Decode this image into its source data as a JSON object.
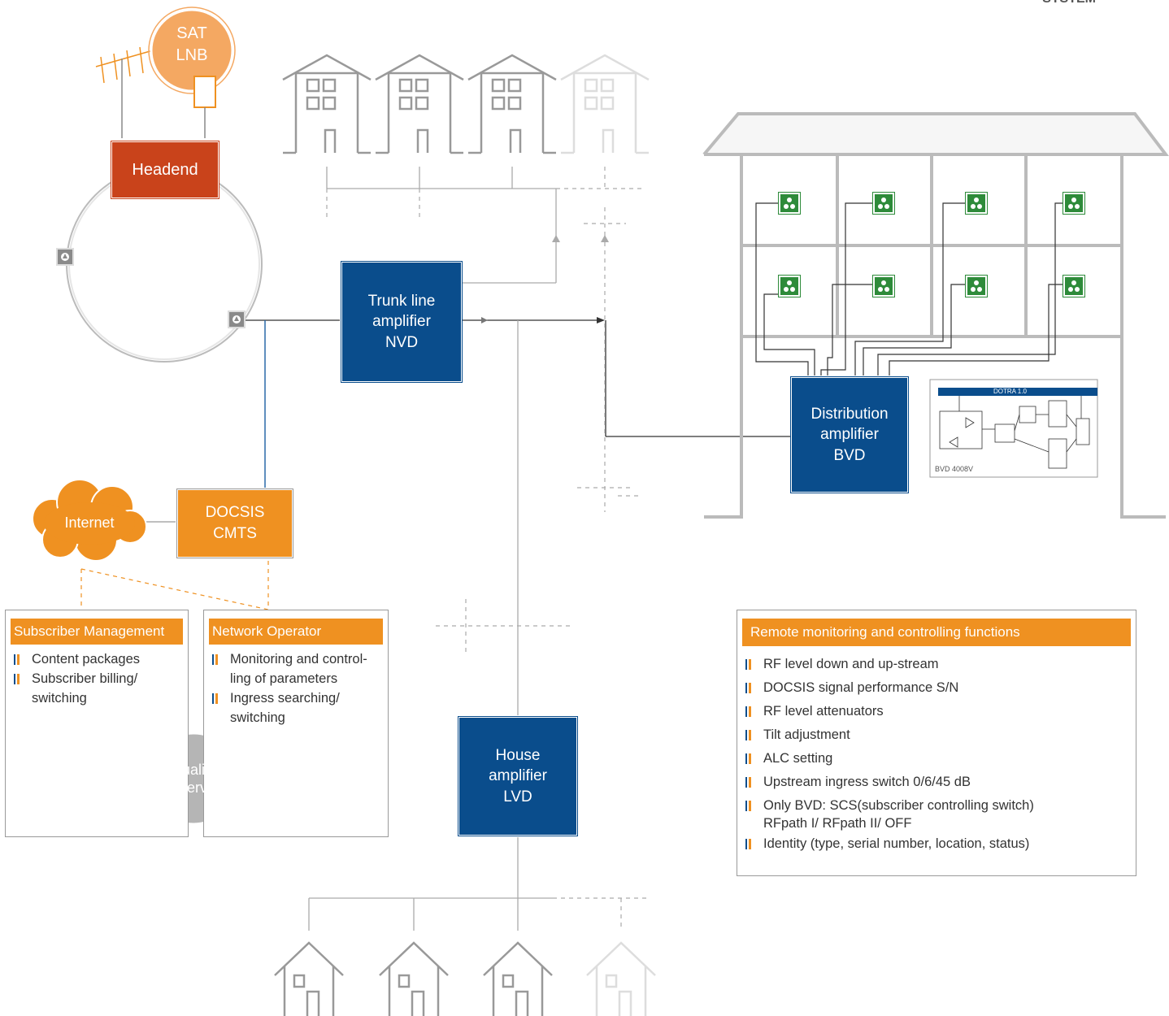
{
  "header": {
    "title": "SYSTEM"
  },
  "nodes": {
    "sat_lnb": {
      "line1": "SAT",
      "line2": "LNB"
    },
    "headend": "Headend",
    "internet": "Internet",
    "cmts": {
      "line1": "DOCSIS",
      "line2": "CMTS"
    },
    "trunk": {
      "line1": "Trunk line",
      "line2": "amplifier",
      "line3": "NVD"
    },
    "distribution": {
      "line1": "Distribution",
      "line2": "amplifier",
      "line3": "BVD"
    },
    "house": {
      "line1": "House",
      "line2": "amplifier",
      "line3": "LVD"
    },
    "qos": {
      "line1": "Quality",
      "line2": "of Service"
    }
  },
  "schematic": {
    "title": "DOTRA 1.0",
    "model": "BVD 4008V"
  },
  "panels": {
    "subscriber": {
      "title": "Subscriber Management",
      "items": [
        "Content packages",
        "Subscriber billing/",
        "switching"
      ]
    },
    "operator": {
      "title": "Network Operator",
      "items": [
        "Monitoring and control-",
        "ling of parameters",
        "Ingress searching/",
        "switching"
      ]
    },
    "remote": {
      "title": "Remote monitoring and controlling functions",
      "items": [
        "RF level down and up-stream",
        "DOCSIS signal performance S/N",
        "RF level attenuators",
        "Tilt adjustment",
        "ALC setting",
        "Upstream ingress switch 0/6/45 dB",
        "Only BVD: SCS(subscriber controlling switch)",
        "RFpath I/ RFpath II/ OFF",
        "Identity (type, serial number, location, status)"
      ]
    }
  },
  "colors": {
    "blue": "#0a4d8c",
    "orange": "#ef9121",
    "headend": "#c9431b",
    "socket": "#2e8b3a",
    "line": "#aaaaaa"
  }
}
